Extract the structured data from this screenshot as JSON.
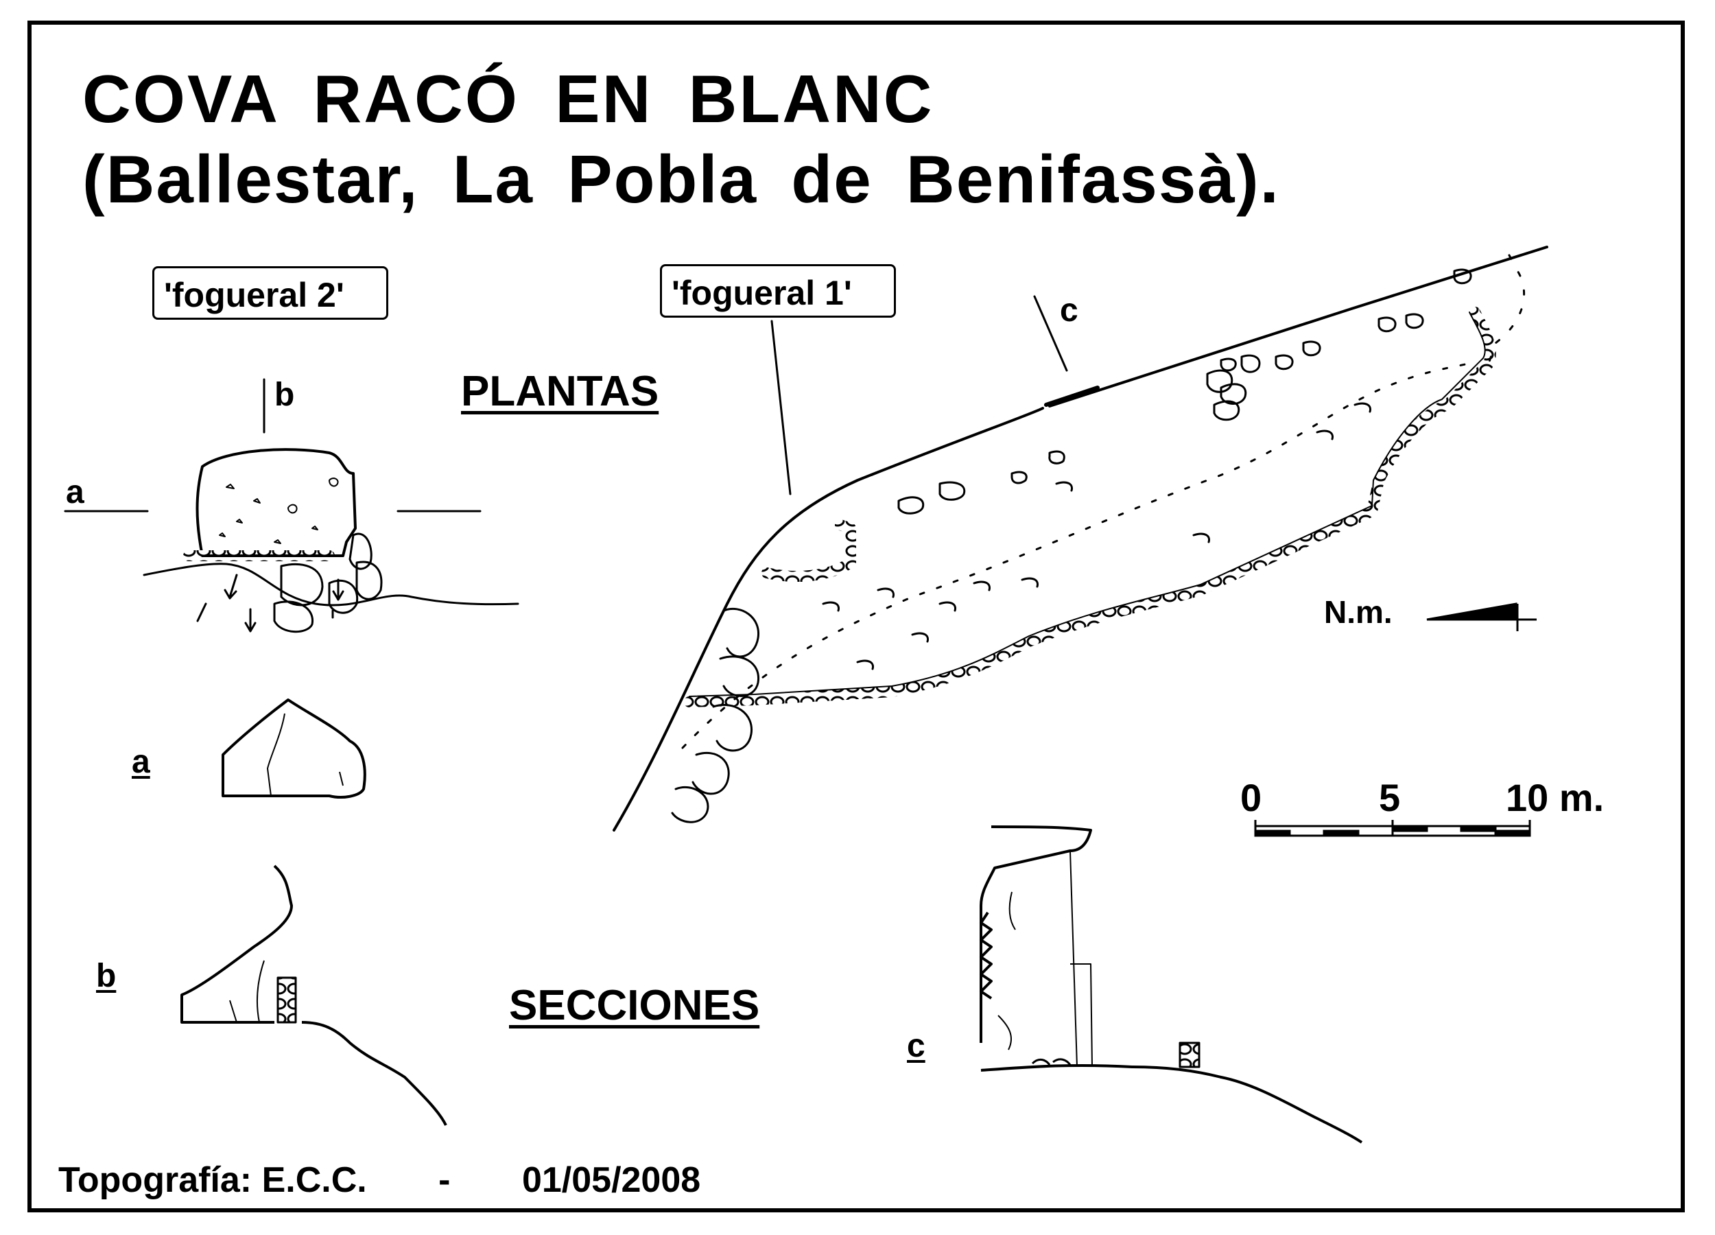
{
  "title": {
    "line1": "COVA  RACÓ  EN  BLANC",
    "line2": "(Ballestar,  La  Pobla  de  Benifassà)."
  },
  "labels": {
    "fogueral_2": "'fogueral 2'",
    "fogueral_1": "'fogueral 1'"
  },
  "headings": {
    "plantas": "PLANTAS",
    "secciones": "SECCIONES"
  },
  "section_marks": {
    "a_plan": "a",
    "b_plan": "b",
    "c_plan": "c",
    "a_section": "a",
    "b_section": "b",
    "c_section": "c"
  },
  "north": {
    "label": "N.m."
  },
  "scale_bar": {
    "tick_0": "0",
    "tick_5": "5",
    "tick_10": "10 m."
  },
  "footer": {
    "credit": "Topografía:  E.C.C.",
    "separator": "-",
    "date": "01/05/2008"
  },
  "colors": {
    "ink": "#000000",
    "paper": "#ffffff"
  }
}
